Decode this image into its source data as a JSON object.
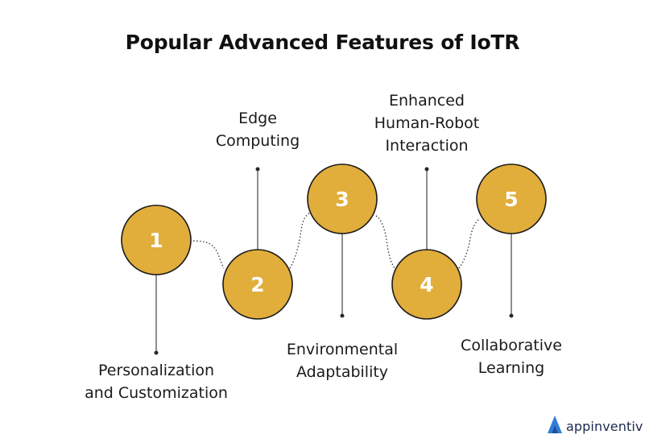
{
  "title": "Popular Advanced Features of IoTR",
  "accent_color": "#e1ad3b",
  "circle_border_color": "#1a1a1a",
  "steps": [
    {
      "number": "1",
      "label": "Personalization\nand Customization"
    },
    {
      "number": "2",
      "label": "Edge\nComputing"
    },
    {
      "number": "3",
      "label": "Environmental\nAdaptability"
    },
    {
      "number": "4",
      "label": "Enhanced\nHuman-Robot\nInteraction"
    },
    {
      "number": "5",
      "label": "Collaborative\nLearning"
    }
  ],
  "brand": {
    "name": "appinventiv",
    "logo_icon": "appinventiv-a-logo-icon"
  }
}
